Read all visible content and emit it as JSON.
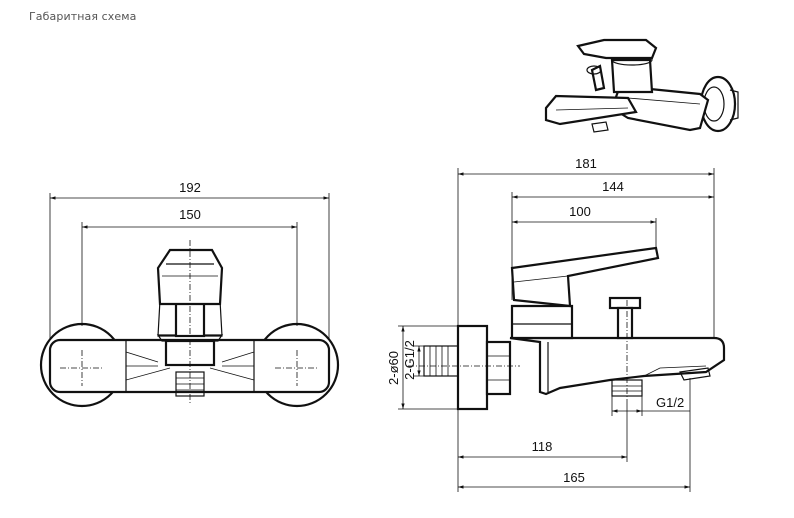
{
  "title": "Габаритная схема",
  "dimensions": {
    "front_overall": "192",
    "front_centers": "150",
    "side_overall": "181",
    "side_mid": "144",
    "side_lever": "100",
    "side_wall": "118",
    "side_spout": "165",
    "thread_outlet": "G1/2",
    "flange_diameter": "2-ø60",
    "thread_inlet": "2-G1/2"
  }
}
